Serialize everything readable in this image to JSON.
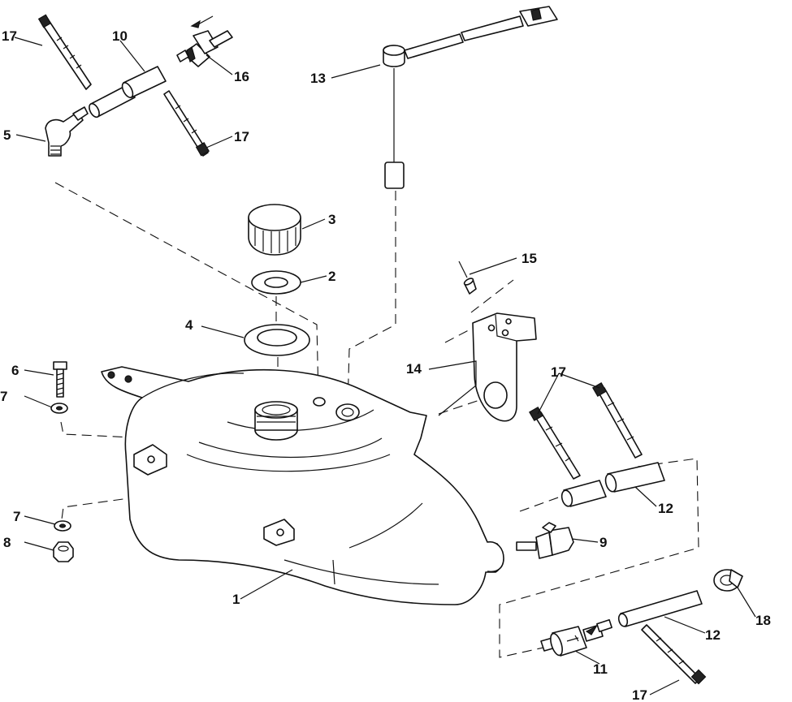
{
  "callouts": {
    "c1": "1",
    "c2": "2",
    "c3": "3",
    "c4": "4",
    "c5": "5",
    "c6": "6",
    "c7a": "7",
    "c7b": "7",
    "c8": "8",
    "c9": "9",
    "c10": "10",
    "c11": "11",
    "c12a": "12",
    "c12b": "12",
    "c13": "13",
    "c14": "14",
    "c15": "15",
    "c16": "16",
    "c17a": "17",
    "c17b": "17",
    "c17c": "17",
    "c17d": "17",
    "c18": "18"
  },
  "colors": {
    "line": "#111111",
    "background": "#ffffff"
  }
}
